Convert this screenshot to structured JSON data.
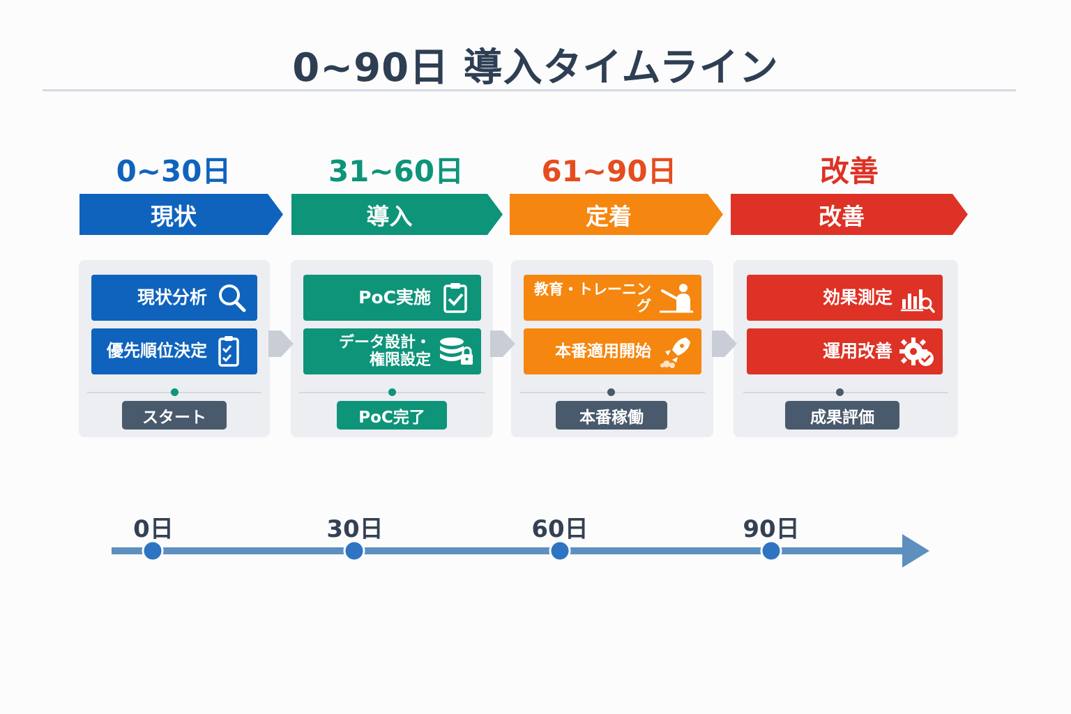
{
  "title": "0~90日 導入タイムライン",
  "colors": {
    "blue": "#0f63bd",
    "green": "#0d9479",
    "orange": "#f5860f",
    "red": "#dd3225",
    "slate": "#4a5a6d",
    "timeline": "#5d8fbf",
    "timeline_dot": "#2f74c3"
  },
  "phases": [
    {
      "range": "0~30日",
      "name": "現状",
      "color": "blue",
      "tasks": [
        {
          "label": "現状分析",
          "icon": "magnifier-icon"
        },
        {
          "label": "優先順位決定",
          "icon": "checklist-clipboard-icon"
        }
      ],
      "milestone": "スタート",
      "milestone_color": "slate",
      "dot_color": "green"
    },
    {
      "range": "31~60日",
      "name": "導入",
      "color": "green",
      "tasks": [
        {
          "label": "PoC実施",
          "icon": "clipboard-check-icon"
        },
        {
          "label": "データ設計・権限設定",
          "label_lines": [
            "データ設計・",
            "権限設定"
          ],
          "icon": "database-lock-icon"
        }
      ],
      "milestone": "PoC完了",
      "milestone_color": "green",
      "dot_color": "green"
    },
    {
      "range": "61~90日",
      "name": "定着",
      "color": "orange",
      "tasks": [
        {
          "label": "教育・トレーニング",
          "icon": "presenter-icon"
        },
        {
          "label": "本番適用開始",
          "icon": "rocket-icon"
        }
      ],
      "milestone": "本番稼働",
      "milestone_color": "slate",
      "dot_color": "slate"
    },
    {
      "range": "改善",
      "name": "改善",
      "color": "red",
      "tasks": [
        {
          "label": "効果測定",
          "icon": "chart-magnifier-icon"
        },
        {
          "label": "運用改善",
          "icon": "gear-check-icon"
        }
      ],
      "milestone": "成果評価",
      "milestone_color": "slate",
      "dot_color": "slate"
    }
  ],
  "timeline": {
    "marks": [
      "0日",
      "30日",
      "60日",
      "90日"
    ]
  }
}
